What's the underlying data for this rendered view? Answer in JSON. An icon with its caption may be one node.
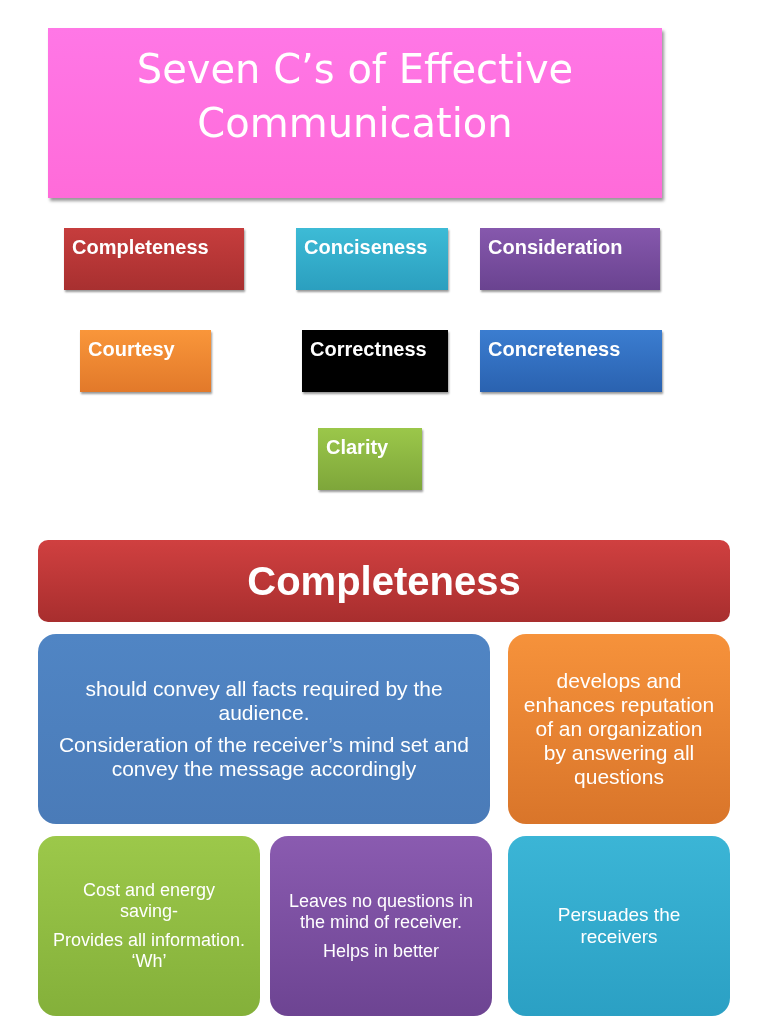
{
  "diagram": {
    "nodes": [
      {
        "text": [
          "Seven C’s of Effective Communication"
        ]
      },
      {
        "text": [
          "Completeness"
        ]
      },
      {
        "text": [
          "Conciseness"
        ]
      },
      {
        "text": [
          "Consideration"
        ]
      },
      {
        "text": [
          "Courtesy"
        ]
      },
      {
        "text": [
          "Correctness"
        ]
      },
      {
        "text": [
          "Concreteness"
        ]
      },
      {
        "text": [
          "Clarity"
        ]
      },
      {
        "text": [
          "Completeness"
        ]
      },
      {
        "text": [
          "should convey all facts required by the audience.",
          "Consideration of the receiver’s mind set and convey the message accordingly"
        ]
      },
      {
        "text": [
          "develops and enhances reputation of an organization by answering all questions"
        ]
      },
      {
        "text": [
          "Cost and energy saving-",
          "Provides all information. ‘Wh’"
        ]
      },
      {
        "text": [
          "Leaves no questions in the mind of receiver.",
          "Helps in better"
        ]
      },
      {
        "text": [
          "Persuades the receivers"
        ]
      }
    ]
  }
}
